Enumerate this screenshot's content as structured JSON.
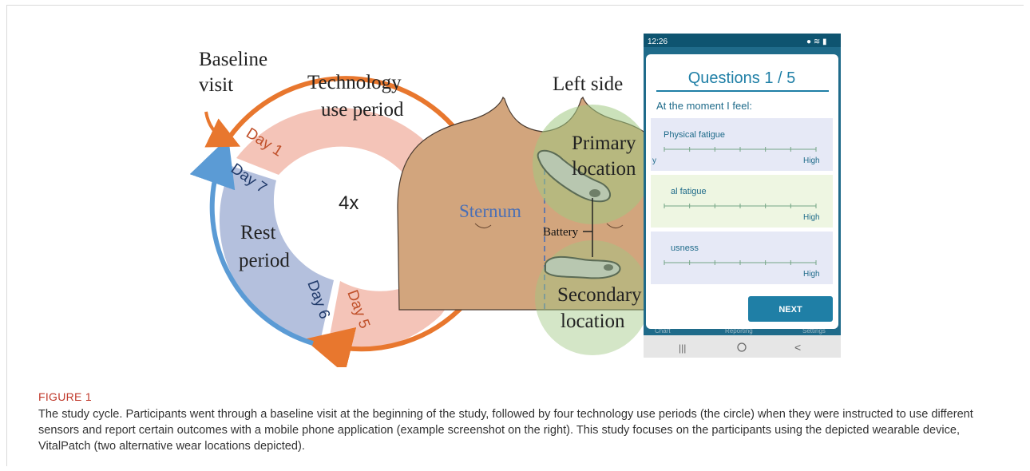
{
  "figure": {
    "label": "FIGURE 1",
    "caption": "The study cycle. Participants went through a baseline visit at the beginning of the study, followed by four technology use periods (the circle) when they were instructed to use different sensors and report certain outcomes with a mobile phone application (example screenshot on the right). This study focuses on the participants using the depicted wearable device, VitalPatch (two alternative wear locations depicted)."
  },
  "cycle": {
    "baseline_line1": "Baseline",
    "baseline_line2": "visit",
    "tech_line1": "Technology",
    "tech_line2": "use period",
    "rest_line1": "Rest",
    "rest_line2": "period",
    "repeat": "4x",
    "day1": "Day 1",
    "day5": "Day 5",
    "day6": "Day 6",
    "day7": "Day 7",
    "colors": {
      "tech_fill": "#f4c4b8",
      "rest_fill": "#b4c0dd",
      "tech_arrow": "#e8772e",
      "rest_arrow": "#5b9bd5"
    }
  },
  "body": {
    "left_side": "Left side",
    "sternum": "Sternum",
    "primary_line1": "Primary",
    "primary_line2": "location",
    "secondary_line1": "Secondary",
    "secondary_line2": "location",
    "battery": "Battery"
  },
  "phone": {
    "time": "12:26",
    "title": "Questions 1 / 5",
    "prompt": "At the moment I feel:",
    "q1": "Physical fatigue",
    "q2": "al fatigue",
    "q3": "usness",
    "scale_high": "High",
    "scale_low": "y",
    "next": "NEXT",
    "nav_chart": "Chart",
    "nav_reporting": "Reporting",
    "nav_settings": "Settings"
  }
}
